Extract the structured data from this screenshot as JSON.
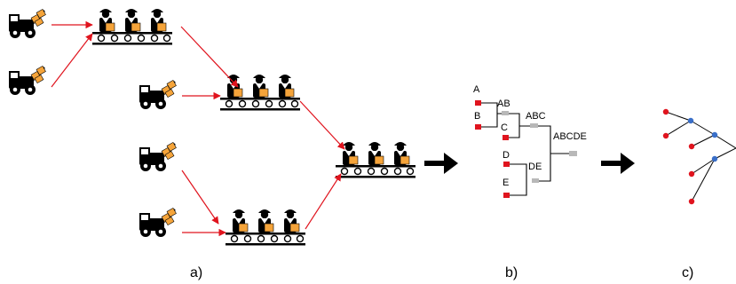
{
  "panel_labels": {
    "a": "a)",
    "b": "b)",
    "c": "c)"
  },
  "tree": {
    "leaves": [
      "A",
      "B",
      "C",
      "D",
      "E"
    ],
    "internal_nodes": [
      "AB",
      "ABC",
      "DE",
      "ABCDE"
    ]
  },
  "colors": {
    "arrow": "#e0141e",
    "leaf_node": "#e0141e",
    "internal_node": "#b8b8b8",
    "phylo_internal": "#3a6fc8",
    "ink": "#000000",
    "box": "#f5a43a"
  },
  "icons": {
    "supplier": "delivery-truck-icon",
    "station": "assembly-line-workers-icon",
    "step_arrow": "arrow-right-icon"
  }
}
